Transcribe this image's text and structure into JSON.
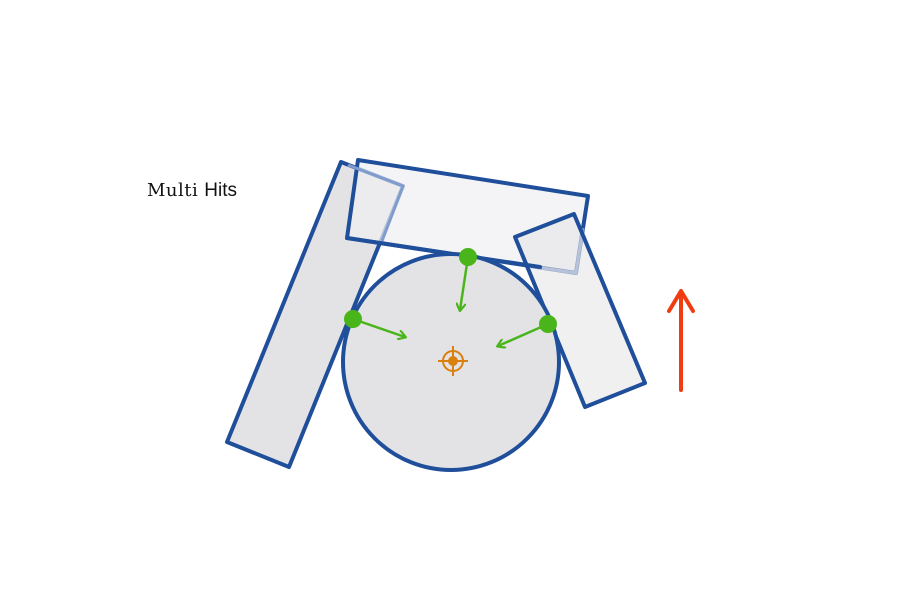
{
  "title": {
    "word1": "Multi",
    "word2": "Hits"
  },
  "colors": {
    "outline": "#1f4e9a",
    "body_fill": "#e3e3e5",
    "top_box_fill": "#f0f0f2",
    "contact_point": "#4ab51a",
    "normal_arrow": "#4ab51a",
    "center_marker": "#d9800f",
    "motion_arrow": "#ef3c10"
  },
  "icons": {
    "center": "crosshair-target-icon",
    "motion": "arrow-up-icon"
  },
  "contacts": [
    {
      "name": "contact-left"
    },
    {
      "name": "contact-top"
    },
    {
      "name": "contact-right"
    }
  ]
}
